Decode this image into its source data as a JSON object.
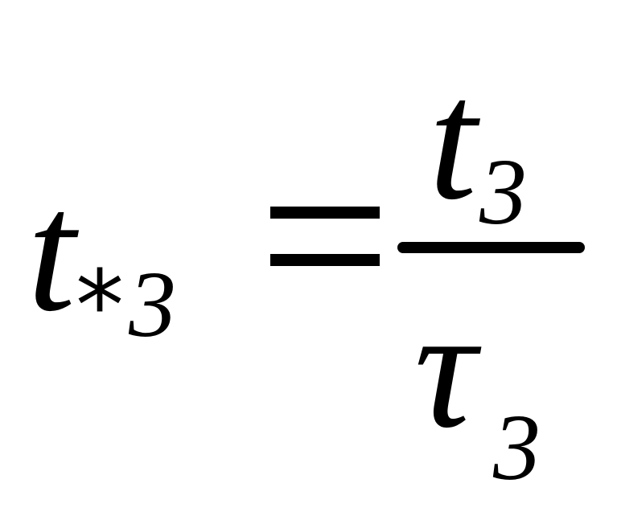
{
  "formula": {
    "lhs": {
      "base": "t",
      "sub_star": "*",
      "sub_index": "3"
    },
    "equals": "=",
    "numerator": {
      "base": "t",
      "sub_index": "3"
    },
    "denominator": {
      "base": "τ",
      "sub_index": "3"
    }
  },
  "colors": {
    "ink": "#000000",
    "background": "#ffffff"
  }
}
